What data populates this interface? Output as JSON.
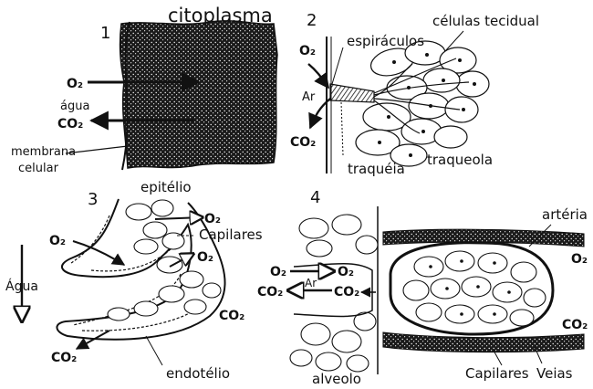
{
  "panels": {
    "p1": {
      "number": "1",
      "cytoplasm": "citoplasma",
      "o2": "O₂",
      "water": "água",
      "co2": "CO₂",
      "membrane_line1": "membrana",
      "membrane_line2": "celular"
    },
    "p2": {
      "number": "2",
      "cells": "células tecidual",
      "spiracles": "espiráculos",
      "o2": "O₂",
      "air": "Ar",
      "co2": "CO₂",
      "trachea": "traquéia",
      "tracheole": "traqueola"
    },
    "p3": {
      "number": "3",
      "epithelium": "epitélio",
      "o2_top": "O₂",
      "o2_left": "O₂",
      "capillaries": "Capilares",
      "o2_mid": "O₂",
      "water": "Água",
      "co2_right": "CO₂",
      "co2_bottom": "CO₂",
      "endothelium": "endotélio"
    },
    "p4": {
      "number": "4",
      "artery": "artéria",
      "o2_right": "O₂",
      "o2_left": "O₂",
      "o2_inner": "O₂",
      "air": "Ar",
      "co2_left": "CO₂",
      "co2_inner": "CO₂",
      "co2_right": "CO₂",
      "alveolus": "alveolo",
      "capillaries": "Capilares",
      "veins": "Veias"
    }
  },
  "colors": {
    "ink": "#111111",
    "paper": "#ffffff",
    "stipple": "#2a2a2a"
  }
}
